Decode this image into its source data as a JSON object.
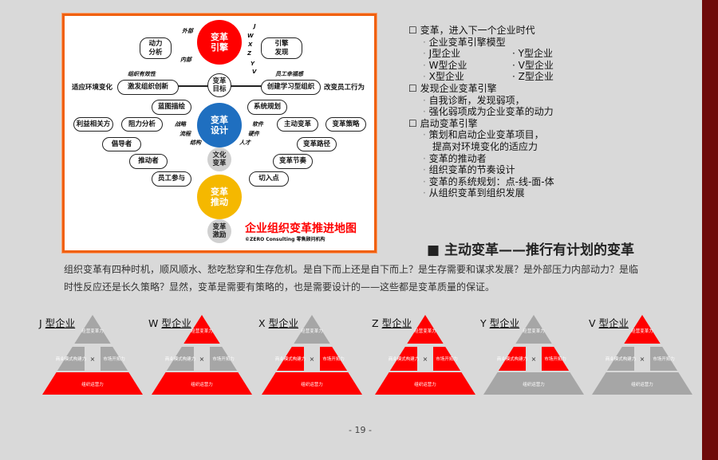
{
  "diagram": {
    "title": "企业组织变革推进地图",
    "copyright": "©ZERO Consulting 零售顾问机构",
    "circles": {
      "engine": "变革\n引擎",
      "goal": "变革\n目标",
      "design": "变革\n设计",
      "culture": "文化\n变革",
      "drive": "变革\n推动",
      "incentive": "变革\n激励"
    },
    "pills": {
      "power_analysis": "动力\n分析",
      "engine_discovery": "引擎\n发现",
      "innovation": "激发组织创新",
      "learning_org": "创建学习型组织",
      "blueprint": "蓝图描绘",
      "stakeholders": "利益相关方",
      "resistance": "阻力分析",
      "advocate": "倡导者",
      "promoter": "推动者",
      "participation": "员工参与",
      "system_planning": "系统规划",
      "active_change": "主动变革",
      "strategy": "变革策略",
      "path": "变革路径",
      "rhythm": "变革节奏",
      "entry": "切入点"
    },
    "labels": {
      "adapt": "适应环境变化",
      "change_behavior": "改变员工行为",
      "org_effectiveness": "组织有效性",
      "happiness": "员工幸福感",
      "external": "外部",
      "internal": "内部",
      "strategy_s": "战略",
      "process": "流程",
      "structure": "结构",
      "software": "软件",
      "hardware": "硬件",
      "talent": "人才",
      "types": [
        "J",
        "W",
        "X",
        "Z",
        "Y",
        "V"
      ]
    }
  },
  "outline": [
    {
      "level": 1,
      "text": "变革，进入下一个企业时代"
    },
    {
      "level": 2,
      "text": "企业变革引擎模型"
    },
    {
      "level": 3,
      "a": "J型企业",
      "b": "Y型企业"
    },
    {
      "level": 3,
      "a": "W型企业",
      "b": "V型企业"
    },
    {
      "level": 3,
      "a": "X型企业",
      "b": "Z型企业"
    },
    {
      "level": 1,
      "text": "发现企业变革引擎"
    },
    {
      "level": 2,
      "text": "自我诊断，发现弱项，"
    },
    {
      "level": 2,
      "text": "强化弱项成为企业变革的动力"
    },
    {
      "level": 1,
      "text": "启动变革引擎"
    },
    {
      "level": 2,
      "text": "策划和启动企业变革项目，"
    },
    {
      "level": 4,
      "text": "提高对环境变化的适应力"
    },
    {
      "level": 2,
      "text": "变革的推动者"
    },
    {
      "level": 2,
      "text": "组织变革的节奏设计"
    },
    {
      "level": 2,
      "text": "变革的系统规划：点-线-面-体"
    },
    {
      "level": 2,
      "text": "从组织变革到组织发展"
    }
  ],
  "heading": "■ 主动变革——推行有计划的变革",
  "paragraph": [
    "组织变革有四种时机，顺风顺水、愁吃愁穿和生存危机。是自下而上还是自下而上？是生存需要和谋求发展？是外部压力内部动力？是临",
    "时性反应还是长久策略？显然，变革是需要有策略的，也是需要设计的——这些都是变革质量的保证。"
  ],
  "pyramid_labels": {
    "top": "经营变革力",
    "left": "商业模式构建力",
    "right": "市场开拓力",
    "bottom": "组织运营力",
    "times": "×"
  },
  "pyramids": [
    {
      "letter": "J",
      "name": "型企业",
      "top": false,
      "mid": false,
      "bottom": true
    },
    {
      "letter": "W",
      "name": "型企业",
      "top": true,
      "mid": false,
      "bottom": true
    },
    {
      "letter": "X",
      "name": "型企业",
      "top": false,
      "mid": true,
      "bottom": true
    },
    {
      "letter": "Z",
      "name": "型企业",
      "top": true,
      "mid": true,
      "bottom": true
    },
    {
      "letter": "Y",
      "name": "型企业",
      "top": false,
      "mid": true,
      "bottom": false
    },
    {
      "letter": "V",
      "name": "型企业",
      "top": true,
      "mid": false,
      "bottom": false
    }
  ],
  "colors": {
    "red": "#ff0000",
    "gray": "#a6a6a6",
    "blue": "#1f6fc0",
    "yellow": "#f5b800",
    "light_gray": "#d0d0d0"
  },
  "page_number": "- 19 -"
}
